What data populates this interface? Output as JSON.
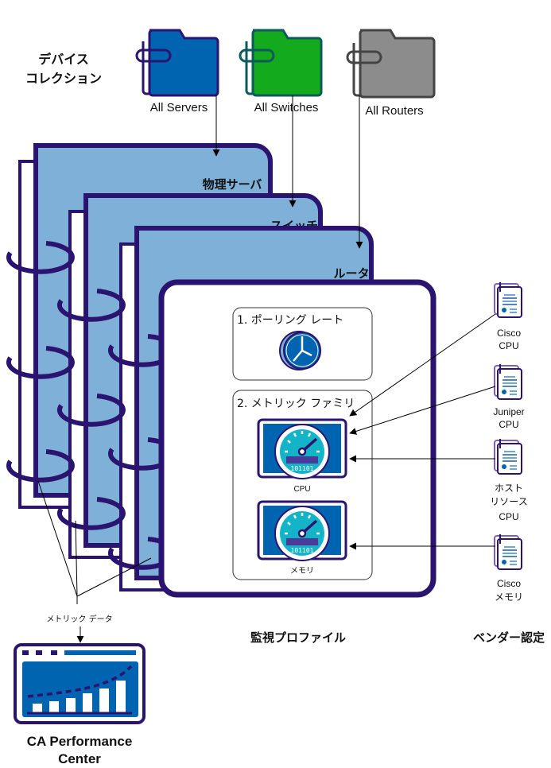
{
  "device_collections": {
    "title_line1": "デバイス",
    "title_line2": "コレクション",
    "folders": [
      {
        "label": "All Servers",
        "color": "#0064b0",
        "border": "#2a1470"
      },
      {
        "label": "All Switches",
        "color": "#14aa1e",
        "border": "#0d5a5a"
      },
      {
        "label": "All Routers",
        "color": "#8c8c8c",
        "border": "#444444"
      }
    ]
  },
  "monitoring_profiles": {
    "title": "監視プロファイル",
    "pages": [
      {
        "label": "物理サーバ"
      },
      {
        "label": "スイッチ"
      },
      {
        "label": "ルータ"
      }
    ],
    "polling_rate": {
      "label": "1. ポーリング レート",
      "icon": "clock-icon"
    },
    "metric_families": {
      "label": "2. メトリック ファミリ",
      "items": [
        {
          "label": "CPU",
          "icon": "gauge-icon",
          "readout": "101101"
        },
        {
          "label": "メモリ",
          "icon": "gauge-icon",
          "readout": "101101"
        }
      ]
    }
  },
  "vendor_certifications": {
    "title": "ベンダー認定",
    "items": [
      {
        "line1": "Cisco",
        "line2": "CPU"
      },
      {
        "line1": "Juniper",
        "line2": "CPU"
      },
      {
        "line1": "ホスト",
        "line2": "リソース",
        "line3": "CPU"
      },
      {
        "line1": "Cisco",
        "line2": "メモリ"
      }
    ]
  },
  "metric_data_label": "メトリック データ",
  "performance_center": {
    "line1": "CA Performance",
    "line2": "Center"
  },
  "colors": {
    "navy": "#2a1470",
    "page_blue": "#7fb1d8",
    "gauge_blue": "#0064b0",
    "gauge_teal": "#14b4c8"
  }
}
